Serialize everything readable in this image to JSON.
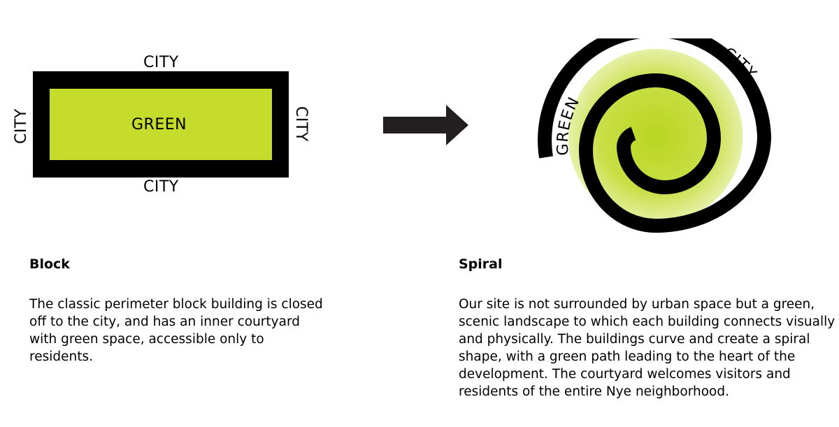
{
  "colors": {
    "green": "#c5dc2c",
    "black": "#000000",
    "arrow": "#231f20"
  },
  "block_diagram": {
    "label_top": "CITY",
    "label_bottom": "CITY",
    "label_left": "CITY",
    "label_right": "CITY",
    "label_center": "GREEN"
  },
  "spiral_diagram": {
    "label_city": "CITY",
    "label_green": "GREEN"
  },
  "block": {
    "heading": "Block",
    "description": "The classic perimeter block building is closed off to the city, and has an inner courtyard with green space, accessible only to residents."
  },
  "spiral": {
    "heading": "Spiral",
    "description": "Our site is not surrounded by urban space but a green, scenic landscape to which each building connects visually and physically. The buildings curve and create a spiral shape, with a green path leading to the heart of the development. The courtyard welcomes visitors and residents of the entire Nye neighborhood."
  }
}
